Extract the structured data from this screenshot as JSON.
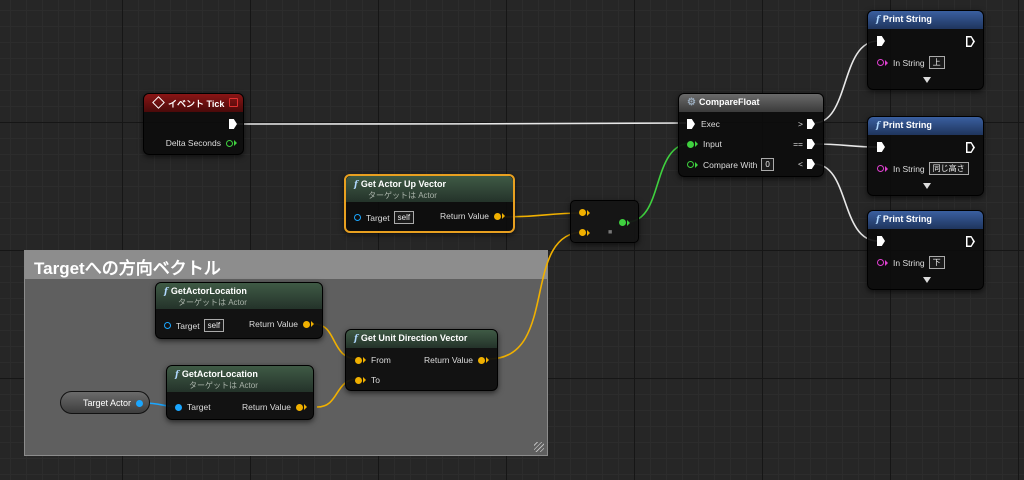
{
  "comment": {
    "title": "Targetへの方向ベクトル"
  },
  "event_tick": {
    "title": "イベント Tick",
    "delta_label": "Delta Seconds"
  },
  "get_up": {
    "title": "Get Actor Up Vector",
    "subtitle": "ターゲットは Actor",
    "target_label": "Target",
    "target_value": "self",
    "return_label": "Return Value"
  },
  "get_loc_1": {
    "title": "GetActorLocation",
    "subtitle": "ターゲットは Actor",
    "target_label": "Target",
    "target_value": "self",
    "return_label": "Return Value"
  },
  "get_loc_2": {
    "title": "GetActorLocation",
    "subtitle": "ターゲットは Actor",
    "target_label": "Target",
    "return_label": "Return Value"
  },
  "unit_dir": {
    "title": "Get Unit Direction Vector",
    "from_label": "From",
    "to_label": "To",
    "return_label": "Return Value"
  },
  "target_actor": {
    "label": "Target Actor"
  },
  "dot_node": {
    "symbol": "■"
  },
  "compare": {
    "title": "CompareFloat",
    "exec_label": "Exec",
    "input_label": "Input",
    "compare_label": "Compare With",
    "compare_value": "0",
    "gt": ">",
    "eq": "==",
    "lt": "<"
  },
  "print1": {
    "title": "Print String",
    "in_label": "In String",
    "value": "上"
  },
  "print2": {
    "title": "Print String",
    "in_label": "In String",
    "value": "同じ高さ"
  },
  "print3": {
    "title": "Print String",
    "in_label": "In String",
    "value": "下"
  },
  "colors": {
    "exec": "#ffffff",
    "float": "#3fd13f",
    "vector": "#f0b000",
    "object": "#1aa6ff",
    "string": "#e040d0",
    "selection": "#e8a020"
  }
}
